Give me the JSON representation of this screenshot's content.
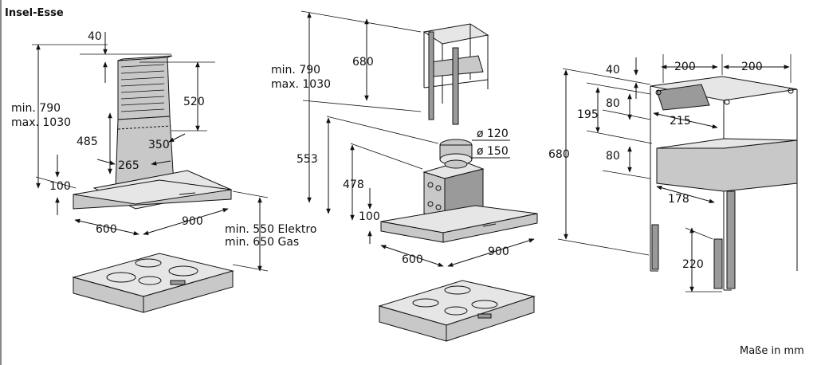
{
  "title": "Insel-Esse",
  "units_note": "Maße in mm",
  "left_view": {
    "dims": {
      "top_gap": "40",
      "chimney_upper": "520",
      "height_range_min": "min. 790",
      "height_range_max": "max. 1030",
      "chimney_lower": "485",
      "chimney_depth": "350",
      "chimney_width": "265",
      "canopy_height": "100",
      "canopy_depth": "600",
      "canopy_width": "900",
      "clearance_electric": "min. 550 Elektro",
      "clearance_gas": "min. 650 Gas"
    }
  },
  "middle_view": {
    "dims": {
      "frame_height": "680",
      "height_range_min": "min. 790",
      "height_range_max": "max. 1030",
      "outlet_top": "553",
      "motor_height": "478",
      "canopy_height": "100",
      "duct_small": "ø 120",
      "duct_large": "ø 150",
      "canopy_depth": "600",
      "canopy_width": "900"
    }
  },
  "right_view": {
    "dims": {
      "top_gap": "40",
      "width_left": "200",
      "width_right": "200",
      "upper_80": "80",
      "upper_195": "195",
      "inner_215": "215",
      "lower_80": "80",
      "total_680": "680",
      "base_178": "178",
      "leg_220": "220"
    }
  }
}
